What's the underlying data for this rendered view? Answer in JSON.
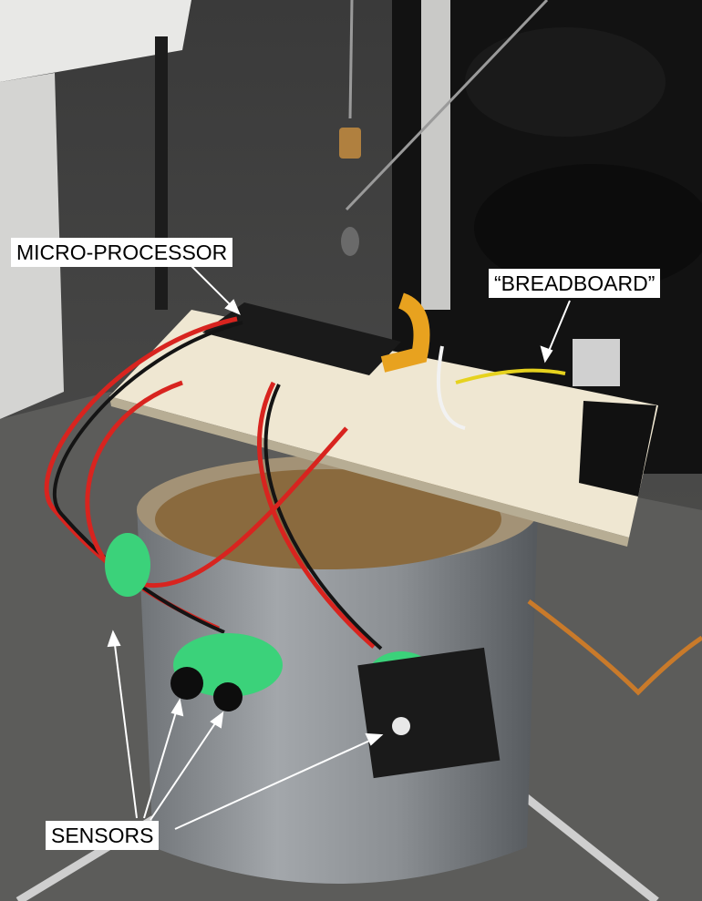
{
  "labels": {
    "micro_processor": "MICRO-PROCESSOR",
    "breadboard": "“BREADBOARD”",
    "sensors": "SENSORS"
  },
  "colors": {
    "label_background": "#ffffff",
    "label_text": "#000000",
    "arrow": "#ffffff",
    "can_body": "#8a8e92",
    "breadboard": "#efe7d2",
    "wire_red": "#d8241f",
    "wire_black": "#141414",
    "sensor_putty": "#3bd27a",
    "floor": "#5a5a58"
  },
  "icons": {
    "arrow": "white-line-arrow"
  }
}
